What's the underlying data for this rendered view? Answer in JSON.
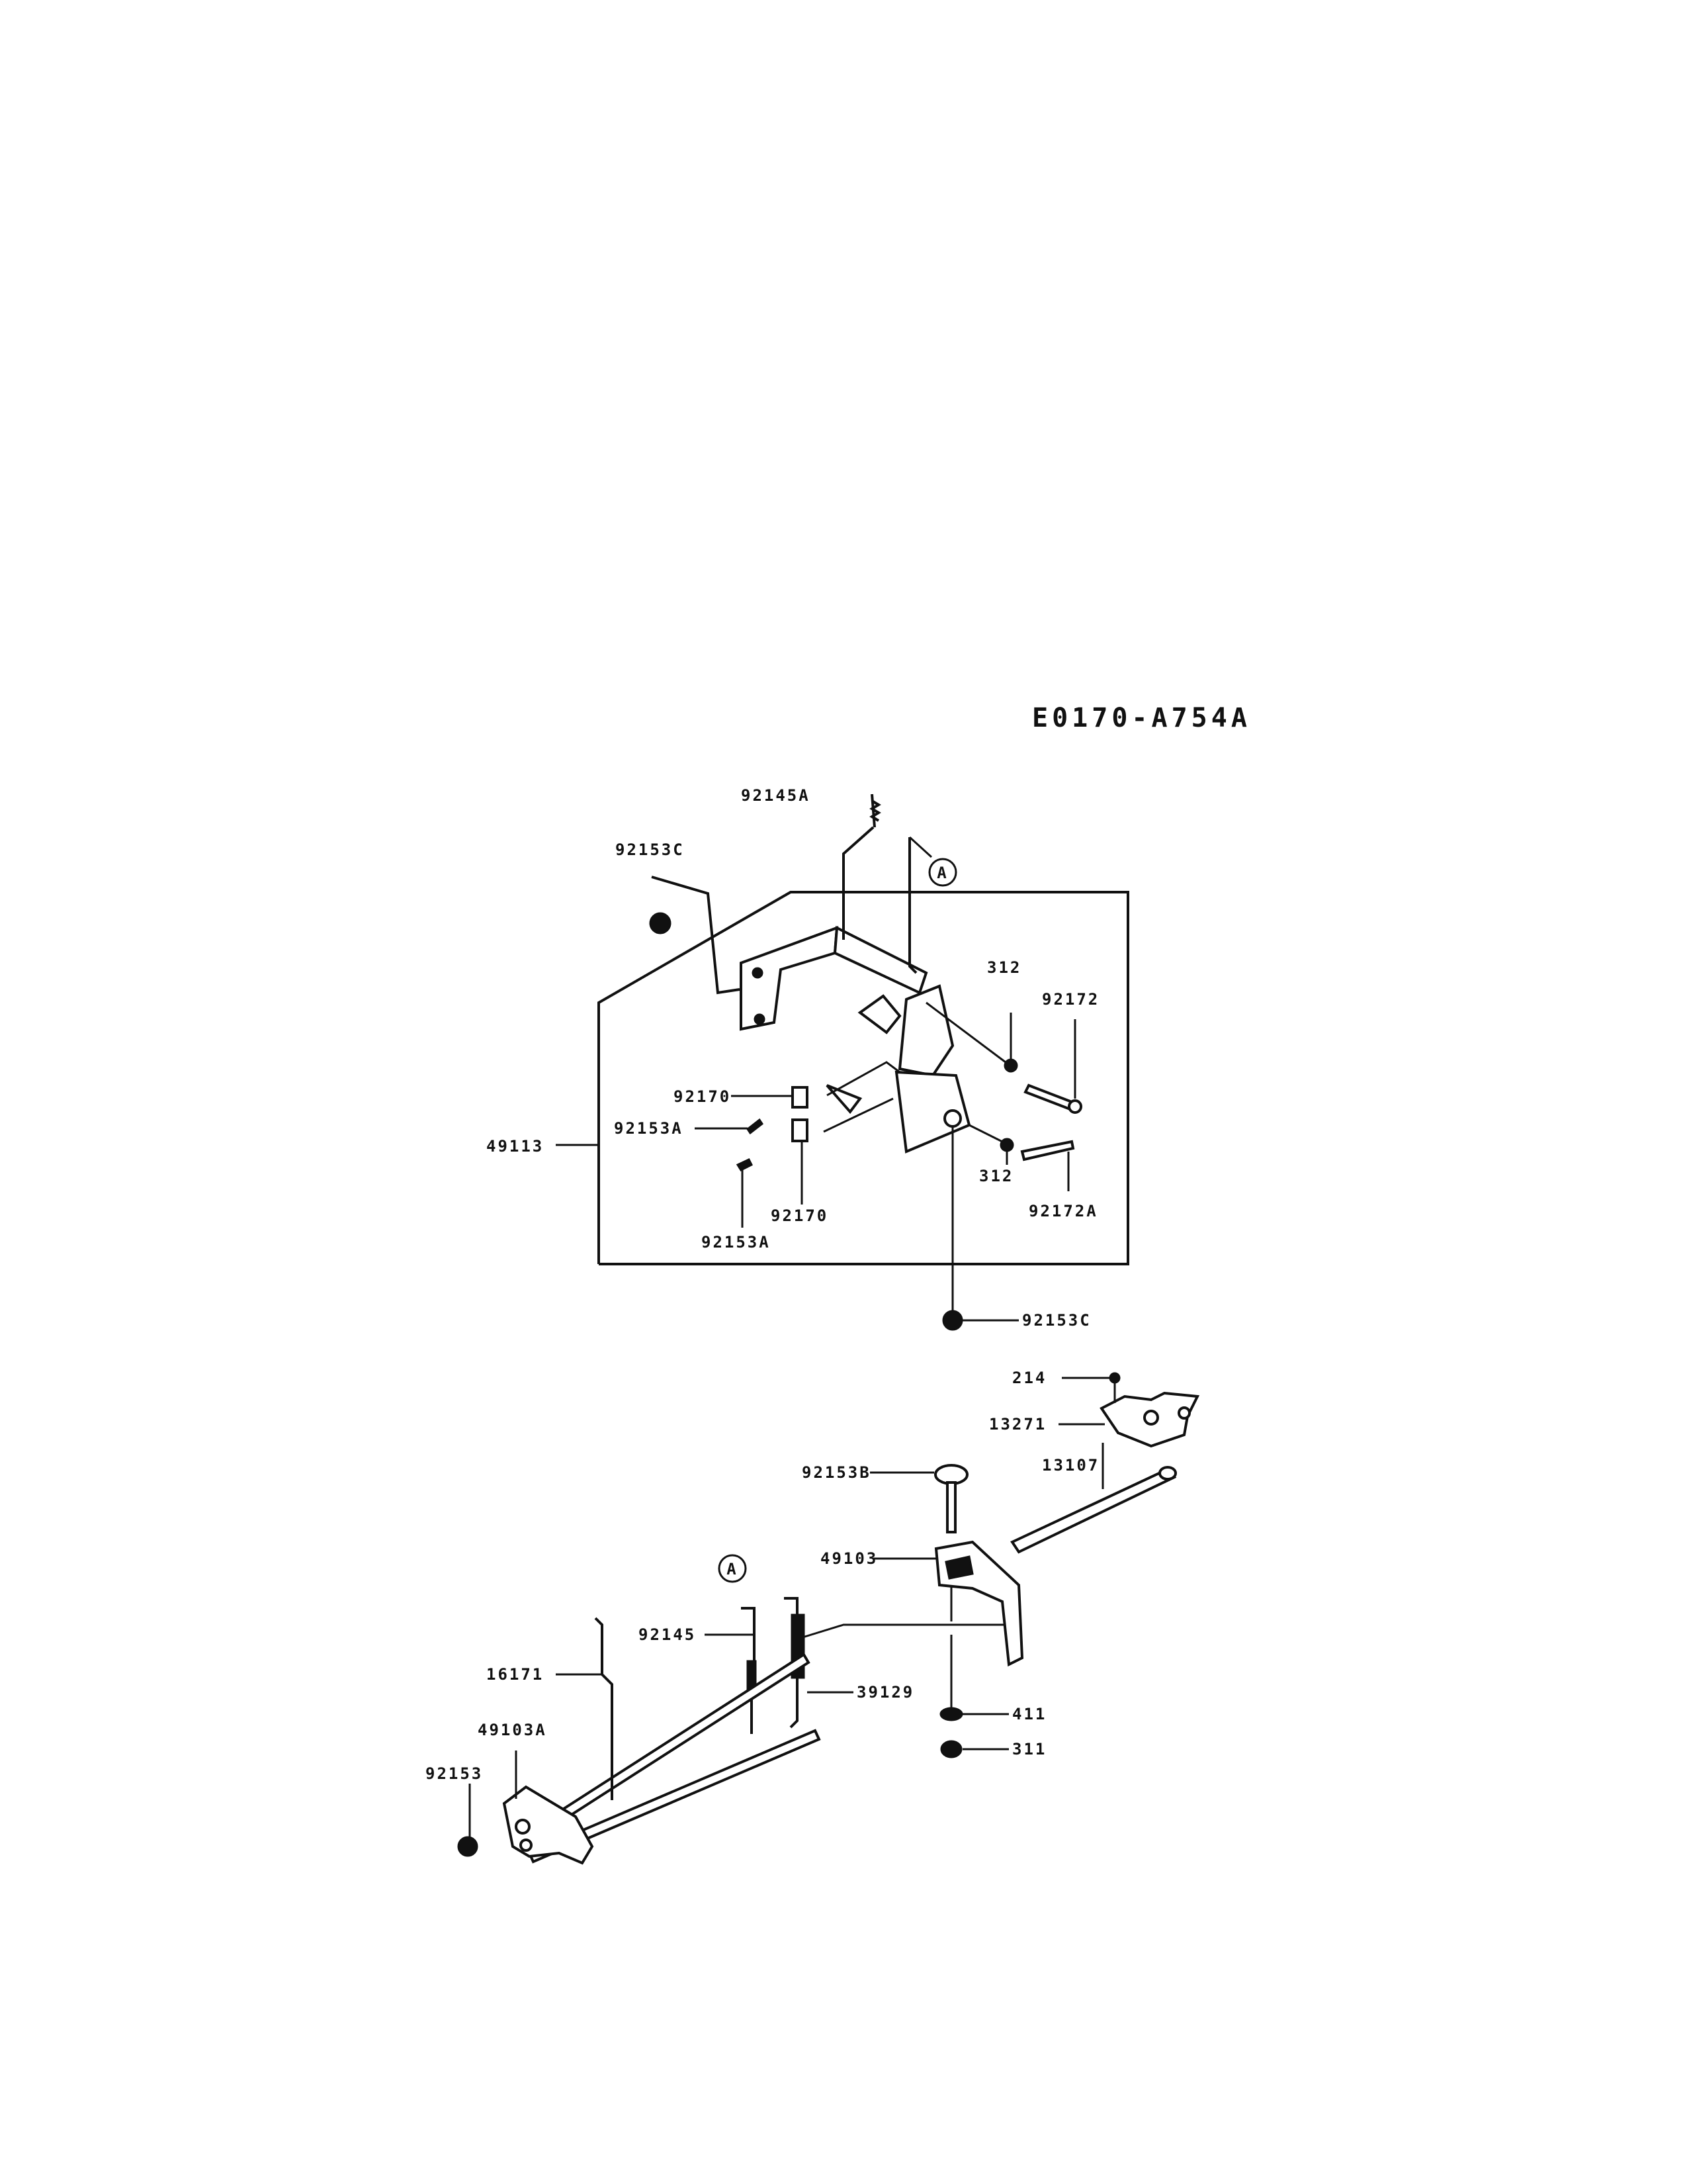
{
  "diagram_code": "E0170-A754A",
  "callout_a": "A",
  "labels": {
    "p92145A": "92145A",
    "p92153C_top": "92153C",
    "p312_top": "312",
    "p92172": "92172",
    "p92170_top": "92170",
    "p92153A_left": "92153A",
    "p49113": "49113",
    "p312_bottom": "312",
    "p92172A": "92172A",
    "p92170_bottom": "92170",
    "p92153A_bottom": "92153A",
    "p92153C_bottom": "92153C",
    "p214": "214",
    "p13271": "13271",
    "p92153B": "92153B",
    "p13107": "13107",
    "p49103": "49103",
    "p92145": "92145",
    "p16171": "16171",
    "p39129": "39129",
    "p49103A": "49103A",
    "p411": "411",
    "p311": "311",
    "p92153": "92153"
  }
}
